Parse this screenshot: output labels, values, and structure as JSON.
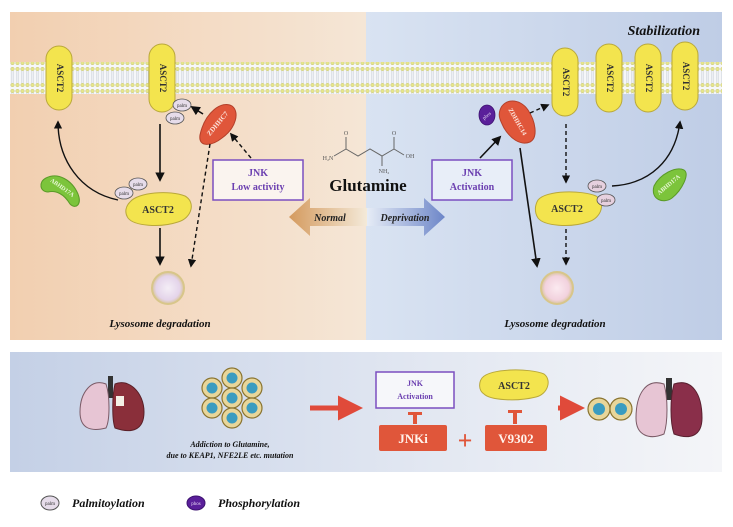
{
  "top_panel": {
    "stabilization_label": "Stabilization",
    "normal_side": {
      "membrane_transporters": [
        "ASCT2",
        "ASCT2"
      ],
      "cytoplasmic_transporter": "ASCT2",
      "palmitoyltransferase": "ZDHHC7",
      "depalmitoylase": "ABHD17A",
      "jnk_box": {
        "line1": "JNK",
        "line2": "Low activity"
      },
      "outcome": "Lysosome degradation"
    },
    "deprivation_side": {
      "membrane_transporters": [
        "ASCT2",
        "ASCT2",
        "ASCT2",
        "ASCT2"
      ],
      "cytoplasmic_transporter": "ASCT2",
      "palmitoyltransferase": "ZDHHC14",
      "depalmitoylase": "ABHD17A",
      "jnk_box": {
        "line1": "JNK",
        "line2": "Activation"
      },
      "outcome": "Lysosome degradation"
    },
    "center": {
      "molecule_name": "Glutamine",
      "arrow_left_label": "Normal",
      "arrow_right_label": "Deprivation",
      "structure_labels": {
        "amide": "H₂N",
        "oxygen": "O",
        "hydroxyl": "OH",
        "amine": "NH₂"
      }
    },
    "modification_tags": {
      "palm": "palm",
      "phos": "phos"
    }
  },
  "bottom_panel": {
    "addiction_caption_line1": "Addiction to Glutamine,",
    "addiction_caption_line2": "due to KEAP1, NFE2LE etc. mutation",
    "jnk_box": {
      "line1": "JNK",
      "line2": "Activation"
    },
    "target": "ASCT2",
    "inhibitors": [
      "JNKi",
      "V9302"
    ],
    "combine_symbol": "+"
  },
  "legend": [
    {
      "tag": "palm",
      "label": "Palmitoylation"
    },
    {
      "tag": "phos",
      "label": "Phosphorylation"
    }
  ],
  "colors": {
    "normal_bg": "#f3d9c0",
    "deprivation_bg": "#c9d6ea",
    "transporter": "#f3e44e",
    "zdhhc": "#e0563a",
    "abhd": "#7cc43b",
    "jnk_border": "#7b4fc0",
    "jnk_text": "#6b3fb0",
    "inhibitor": "#e0563a",
    "phos": "#5a1f9a"
  }
}
